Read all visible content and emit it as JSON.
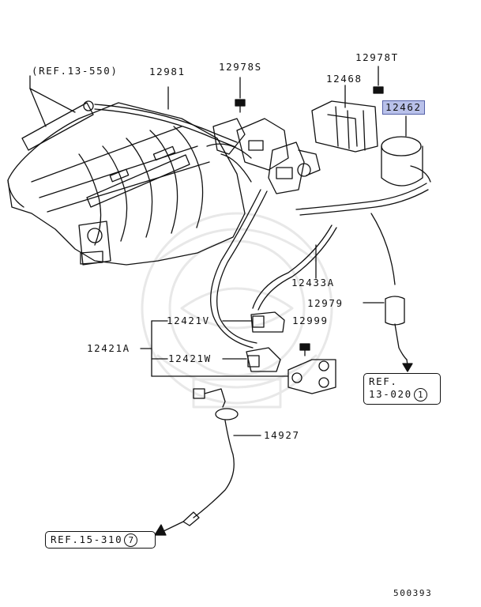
{
  "labels": {
    "ref_13_550": "(REF.13-550)",
    "p12981": "12981",
    "p12978s": "12978S",
    "p12978t": "12978T",
    "p12468": "12468",
    "p12462": "12462",
    "p12433a": "12433A",
    "p12979": "12979",
    "p12421v": "12421V",
    "p12999": "12999",
    "p12421a": "12421A",
    "p12421w": "12421W",
    "p14927": "14927"
  },
  "refs": {
    "ref_13_020": {
      "line1": "REF.",
      "line2": "13-020",
      "circled": "1"
    },
    "ref_15_310": {
      "line1": "REF.15-310",
      "circled": "7"
    }
  },
  "footer": {
    "diagram_no": "500393"
  },
  "colors": {
    "highlight": "#b9c1ea",
    "ink": "#111111"
  }
}
